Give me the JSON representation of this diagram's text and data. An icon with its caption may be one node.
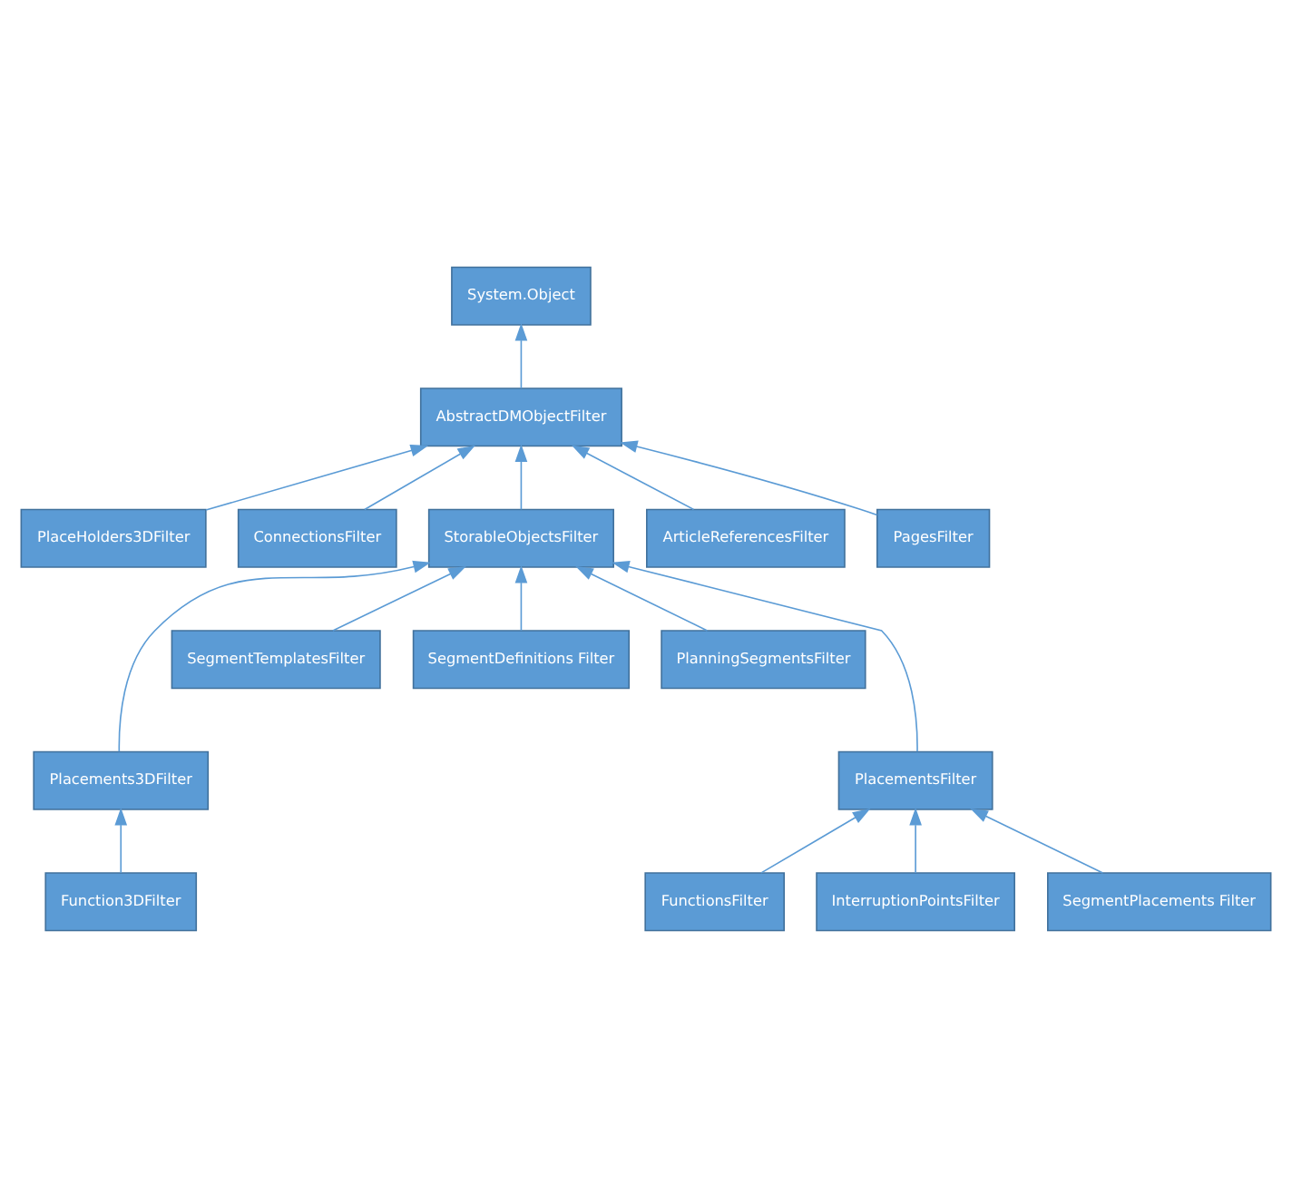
{
  "diagram": {
    "nodes": [
      {
        "text": [
          "System.Object"
        ]
      },
      {
        "text": [
          "AbstractDMObjectFilter"
        ]
      },
      {
        "text": [
          "PlaceHolders3DFilter"
        ]
      },
      {
        "text": [
          "ConnectionsFilter"
        ]
      },
      {
        "text": [
          "StorableObjectsFilter"
        ]
      },
      {
        "text": [
          "ArticleReferencesFilter"
        ]
      },
      {
        "text": [
          "PagesFilter"
        ]
      },
      {
        "text": [
          "Placements3DFilter"
        ]
      },
      {
        "text": [
          "SegmentTemplatesFilter"
        ]
      },
      {
        "text": [
          "SegmentDefinitions Filter"
        ]
      },
      {
        "text": [
          "PlanningSegmentsFilter"
        ]
      },
      {
        "text": [
          "Function3DFilter"
        ]
      },
      {
        "text": [
          "PlacementsFilter"
        ]
      },
      {
        "text": [
          "FunctionsFilter"
        ]
      },
      {
        "text": [
          "InterruptionPointsFilter"
        ]
      },
      {
        "text": [
          "SegmentPlacements Filter"
        ]
      }
    ],
    "edges": [
      {
        "from": 1,
        "to": 0,
        "arrow": "to"
      },
      {
        "from": 2,
        "to": 1,
        "arrow": "to"
      },
      {
        "from": 3,
        "to": 1,
        "arrow": "to"
      },
      {
        "from": 4,
        "to": 1,
        "arrow": "to"
      },
      {
        "from": 5,
        "to": 1,
        "arrow": "to"
      },
      {
        "from": 6,
        "to": 1,
        "arrow": "to"
      },
      {
        "from": 7,
        "to": 4,
        "arrow": "to"
      },
      {
        "from": 8,
        "to": 4,
        "arrow": "to"
      },
      {
        "from": 12,
        "to": 4,
        "arrow": "to"
      },
      {
        "from": 9,
        "to": 4,
        "arrow": "to"
      },
      {
        "from": 10,
        "to": 4,
        "arrow": "to"
      },
      {
        "from": 11,
        "to": 7,
        "arrow": "to"
      },
      {
        "from": 13,
        "to": 12,
        "arrow": "to"
      },
      {
        "from": 14,
        "to": 12,
        "arrow": "to"
      },
      {
        "from": 15,
        "to": 12,
        "arrow": "to"
      }
    ]
  }
}
